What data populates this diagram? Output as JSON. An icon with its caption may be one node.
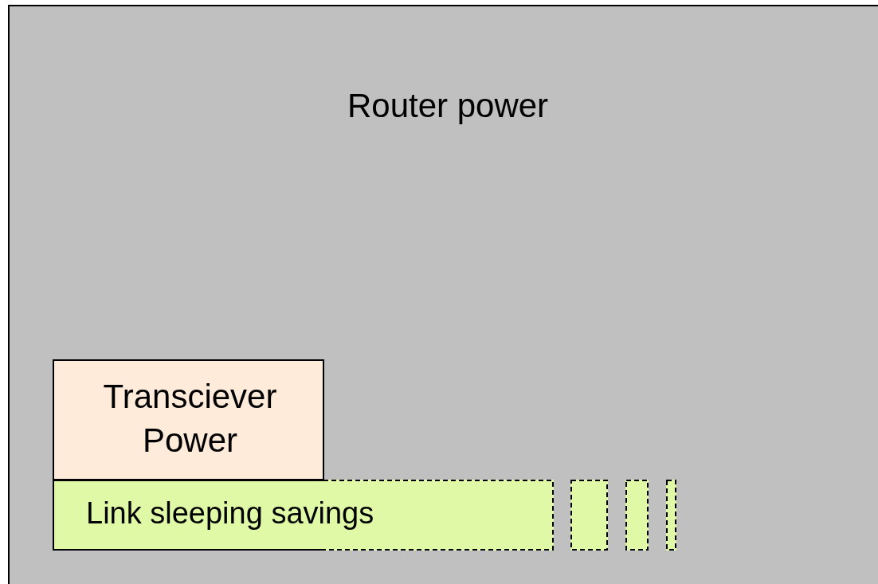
{
  "diagram": {
    "nodes": [
      {
        "text": [
          "Router power"
        ]
      },
      {
        "text": [
          "Transciever Power"
        ],
        "in": 0
      },
      {
        "text": [
          "Link sleeping savings"
        ],
        "in": 0
      },
      {
        "text": [],
        "shape": "box",
        "in": 0
      },
      {
        "text": [],
        "shape": "box",
        "in": 0
      },
      {
        "text": [],
        "shape": "box",
        "in": 0
      }
    ]
  }
}
